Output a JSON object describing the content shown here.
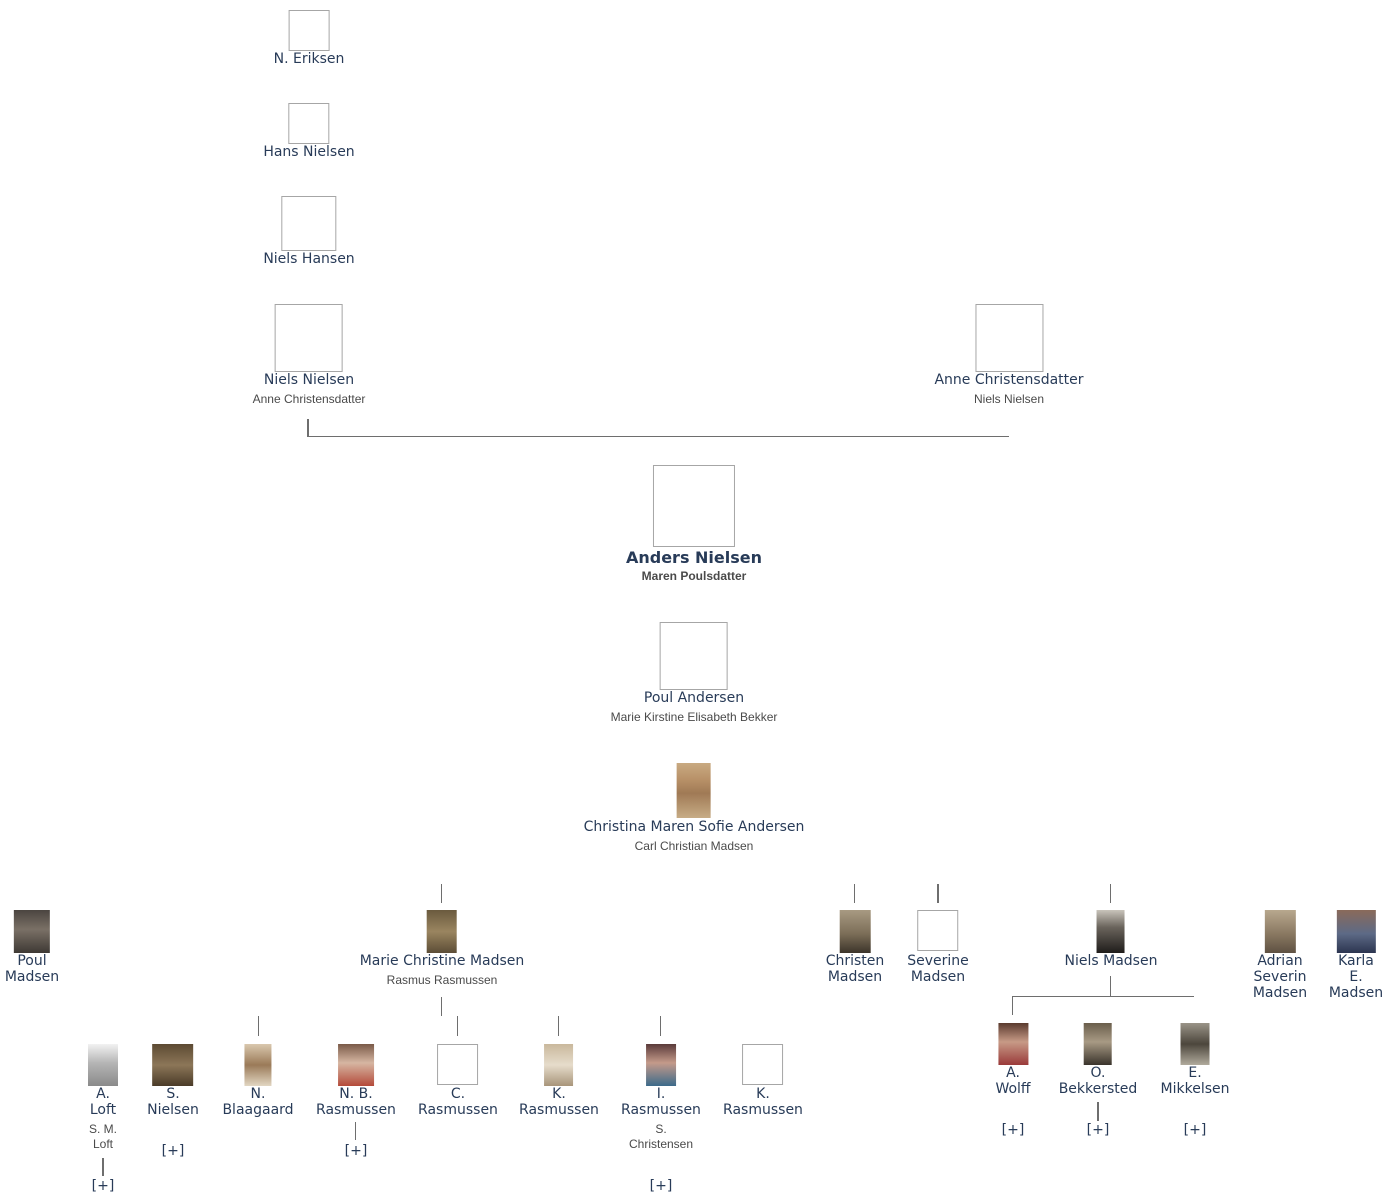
{
  "ancestors": {
    "gg_grandfather": "N. Eriksen",
    "g_grandfather": "Hans Nielsen",
    "grandfather": "Niels Hansen",
    "father": {
      "name": "Niels Nielsen",
      "spouse": "Anne Christensdatter"
    },
    "mother": {
      "name": "Anne Christensdatter",
      "spouse": "Niels Nielsen"
    }
  },
  "focus": {
    "name": "Anders Nielsen",
    "spouse": "Maren Poulsdatter"
  },
  "son": {
    "name": "Poul Andersen",
    "spouse": "Marie Kirstine Elisabeth Bekker"
  },
  "granddaughter": {
    "name": "Christina Maren Sofie Andersen",
    "spouse": "Carl Christian Madsen"
  },
  "children": {
    "poul": "Poul\nMadsen",
    "marie": {
      "name": "Marie Christine Madsen",
      "spouse": "Rasmus Rasmussen"
    },
    "christen": "Christen\nMadsen",
    "severine": "Severine\nMadsen",
    "niels": "Niels Madsen",
    "adrian": "Adrian\nSeverin\nMadsen",
    "karla": "Karla\nE.\nMadsen"
  },
  "marie_children": [
    {
      "name": "A.\nLoft",
      "spouse": "S. M.\nLoft",
      "expand": "[+]"
    },
    {
      "name": "S.\nNielsen",
      "expand": "[+]"
    },
    {
      "name": "N.\nBlaagaard"
    },
    {
      "name": "N. B.\nRasmussen",
      "expand": "[+]"
    },
    {
      "name": "C.\nRasmussen"
    },
    {
      "name": "K.\nRasmussen"
    },
    {
      "name": "I.\nRasmussen",
      "spouse": "S.\nChristensen",
      "expand": "[+]"
    },
    {
      "name": "K.\nRasmussen"
    }
  ],
  "niels_children": [
    {
      "name": "A.\nWolff",
      "expand": "[+]"
    },
    {
      "name": "O.\nBekkersted",
      "expand": "[+]"
    },
    {
      "name": "E.\nMikkelsen",
      "expand": "[+]"
    }
  ],
  "colors": {
    "name_text": "#283b58",
    "spouse_text": "#4a4a4a",
    "line": "#6e6e6e",
    "placeholder_border": "#a6a6a6"
  }
}
